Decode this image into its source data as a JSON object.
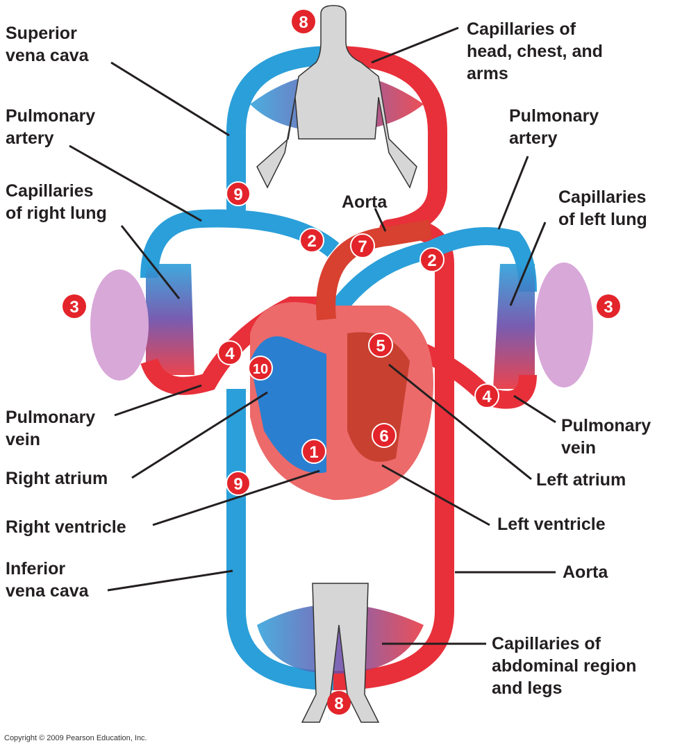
{
  "title": "Pulmonary and systemic circulation",
  "labels": {
    "superior_vena_cava": "Superior\nvena cava",
    "pulmonary_artery_left_side": "Pulmonary\nartery",
    "capillaries_right_lung": "Capillaries\nof right lung",
    "pulmonary_vein_left_side": "Pulmonary\nvein",
    "right_atrium": "Right atrium",
    "right_ventricle": "Right ventricle",
    "inferior_vena_cava": "Inferior\nvena cava",
    "capillaries_head": "Capillaries of\nhead, chest, and\narms",
    "pulmonary_artery_right_side": "Pulmonary\nartery",
    "aorta_top": "Aorta",
    "capillaries_left_lung": "Capillaries\nof left lung",
    "pulmonary_vein_right_side": "Pulmonary\nvein",
    "left_atrium": "Left atrium",
    "left_ventricle": "Left ventricle",
    "aorta_bottom": "Aorta",
    "capillaries_abdominal": "Capillaries of\nabdominal region\nand legs"
  },
  "step_badges": {
    "head": "8",
    "superior_vc": "9",
    "pulm_artery_right": "2",
    "aorta_arch": "7",
    "pulm_artery_left": "2",
    "right_lung": "3",
    "left_lung": "3",
    "pulm_vein_right": "4",
    "right_atrium": "10",
    "left_atrium": "5",
    "pulm_vein_left": "4",
    "left_ventricle": "6",
    "right_ventricle": "1",
    "inferior_vc": "9",
    "legs": "8"
  },
  "colors": {
    "vein_blue": "#2b9fd9",
    "artery_red": "#e8303a",
    "capillary_purple": "#6a4aa8",
    "badge_red": "#e3242b",
    "body_gray": "#d6d6d6",
    "lung_pink": "#d8a8d8",
    "heart_pink": "#ec6a6a"
  },
  "copyright": "Copyright © 2009 Pearson Education, Inc."
}
